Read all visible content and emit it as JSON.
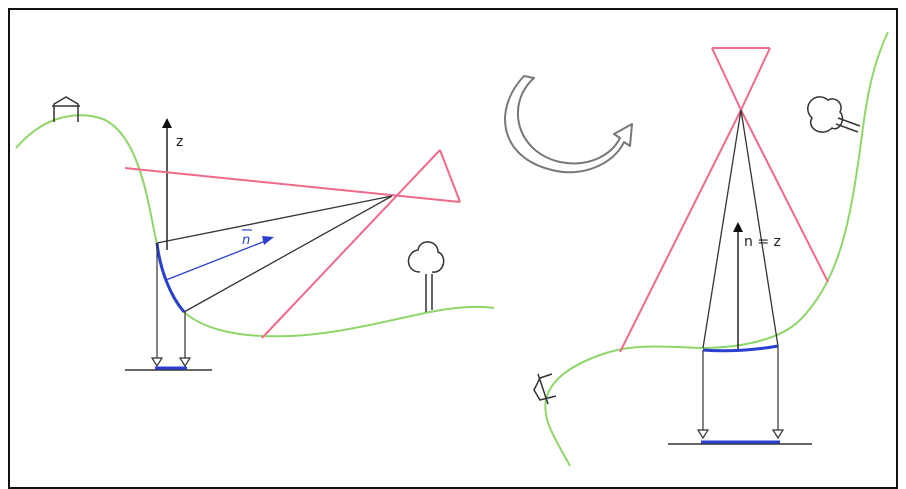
{
  "figure": {
    "left_panel": {
      "axis_label": "z",
      "normal_label": "n"
    },
    "right_panel": {
      "axis_label": "n = z"
    }
  },
  "colors": {
    "terrain": "#8fd66a",
    "frustum": "#f06a8a",
    "rays": "#333333",
    "surface": "#2a3fd0",
    "frame": "#111111",
    "arrow_outline": "#777777"
  }
}
